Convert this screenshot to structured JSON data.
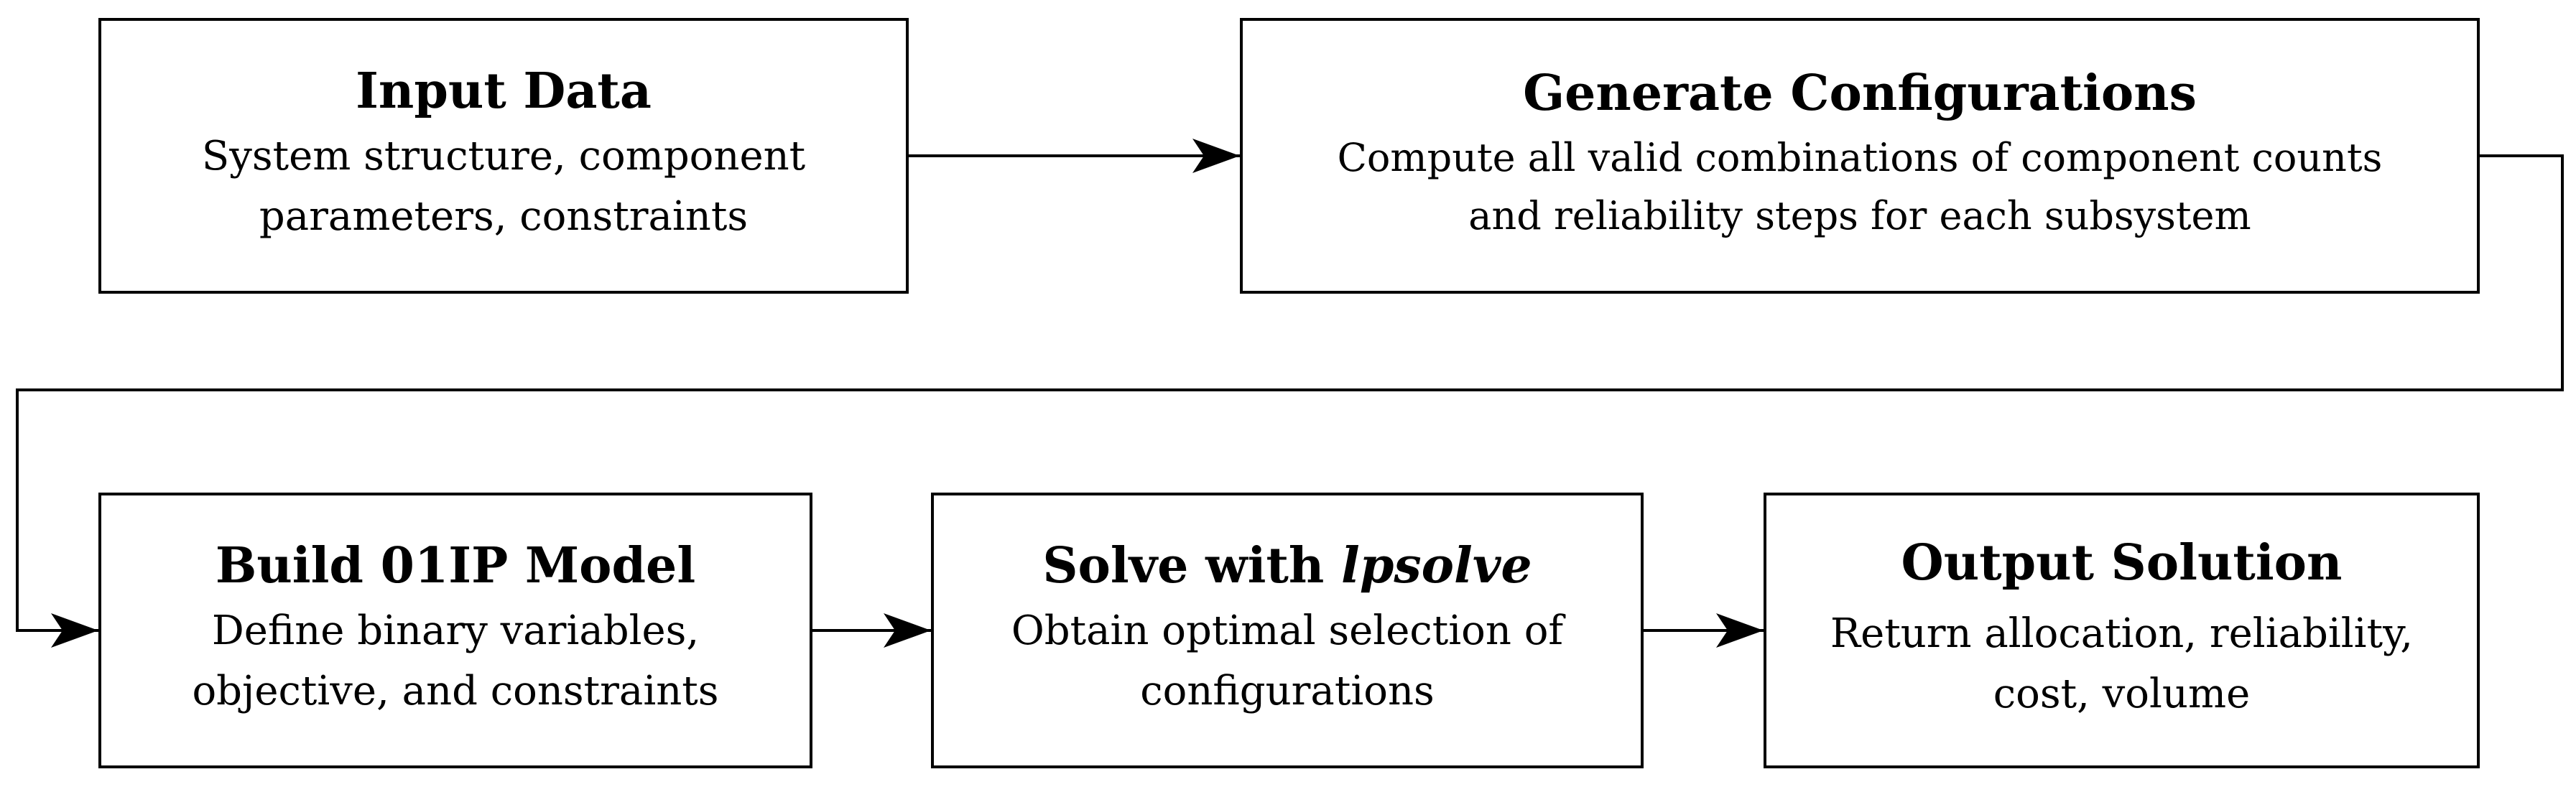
{
  "diagram": {
    "nodes": [
      {
        "id": "input",
        "title": "Input Data",
        "lines": [
          "System structure, component",
          "parameters, constraints"
        ]
      },
      {
        "id": "generate",
        "title": "Generate Configurations",
        "lines": [
          "Compute all valid combinations of component counts",
          "and reliability steps for each subsystem"
        ]
      },
      {
        "id": "build",
        "title": "Build 01IP Model",
        "lines": [
          "Define binary variables,",
          "objective, and constraints"
        ]
      },
      {
        "id": "solve",
        "title_prefix": "Solve with ",
        "title_italic": "lpsolve",
        "lines": [
          "Obtain optimal selection of",
          "configurations"
        ]
      },
      {
        "id": "output",
        "title": "Output Solution",
        "lines": [
          "Return allocation, reliability,",
          "cost, volume"
        ]
      }
    ],
    "edges": [
      {
        "from": "input",
        "to": "generate"
      },
      {
        "from": "generate",
        "to": "build"
      },
      {
        "from": "build",
        "to": "solve"
      },
      {
        "from": "solve",
        "to": "output"
      }
    ]
  }
}
